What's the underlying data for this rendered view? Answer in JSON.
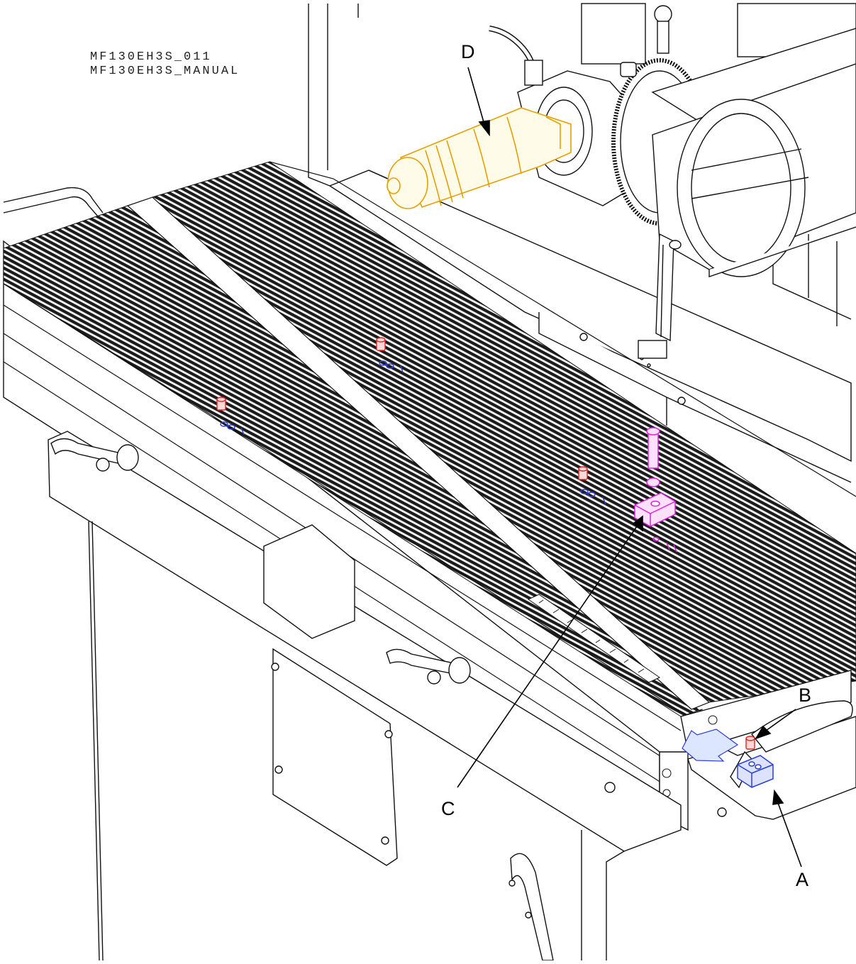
{
  "doc_codes": [
    "MF130EH3S_011",
    "MF130EH3S_MANUAL"
  ],
  "callouts": {
    "A": "A",
    "B": "B",
    "C": "C",
    "D": "D"
  },
  "colors": {
    "line": "#111111",
    "bolt_red": "#e8201f",
    "part_blue": "#2a3fd6",
    "part_magenta": "#e21ee2",
    "part_orange": "#e5a000",
    "arrow_fill": "#dde6ff"
  },
  "icons": [
    "screw-icon",
    "spacer-icon",
    "lever-handle-icon",
    "knob-icon"
  ]
}
